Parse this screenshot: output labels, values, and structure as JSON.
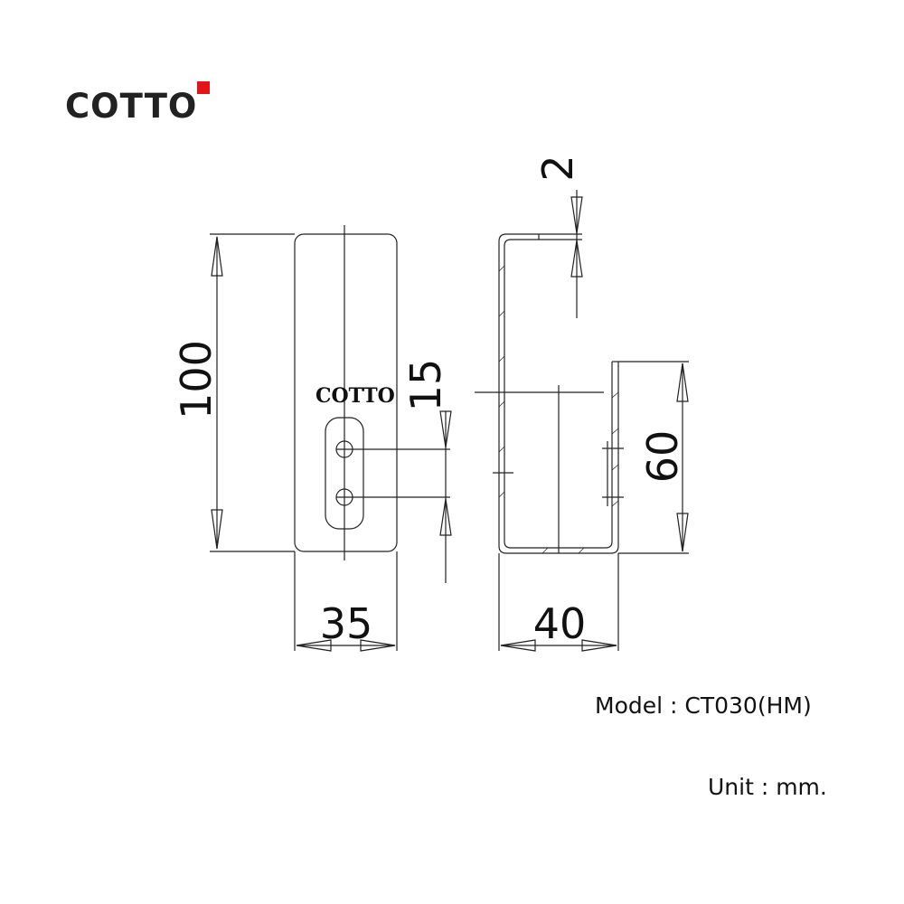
{
  "brand": {
    "logo_text": "COTTO",
    "accent_color": "#e3151b"
  },
  "drawing": {
    "front_view": {
      "engraving": "COTTO",
      "dim_height": "100",
      "dim_width": "35",
      "dim_hole_spacing": "15"
    },
    "side_view": {
      "dim_thickness": "2",
      "dim_lip_height": "60",
      "dim_depth": "40"
    }
  },
  "footer": {
    "model_text": "Model : CT030(HM)",
    "unit_text": "Unit : mm."
  }
}
